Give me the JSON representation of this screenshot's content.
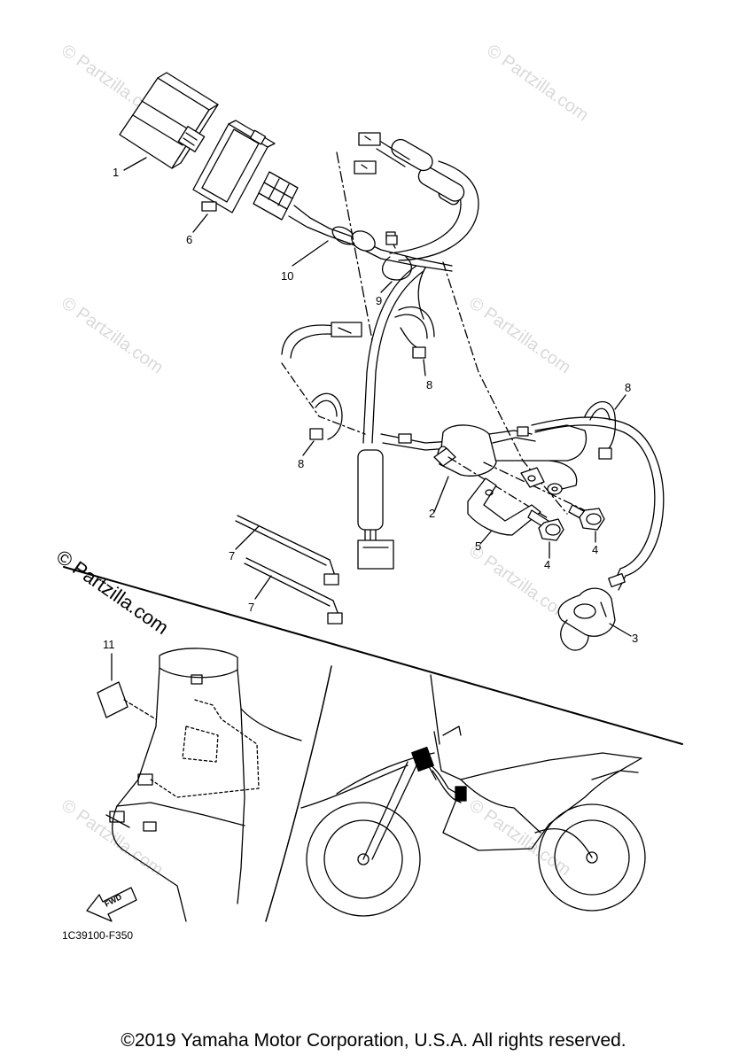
{
  "diagram": {
    "callouts": [
      "1",
      "6",
      "10",
      "9",
      "8",
      "8",
      "8",
      "2",
      "5",
      "4",
      "4",
      "7",
      "7",
      "3",
      "11"
    ],
    "drawing_code": "1C39100-F350",
    "fwd_label": "FWD",
    "watermark": "© Partzilla.com",
    "copyright": "©2019 Yamaha Motor Corporation, U.S.A. All rights reserved."
  }
}
